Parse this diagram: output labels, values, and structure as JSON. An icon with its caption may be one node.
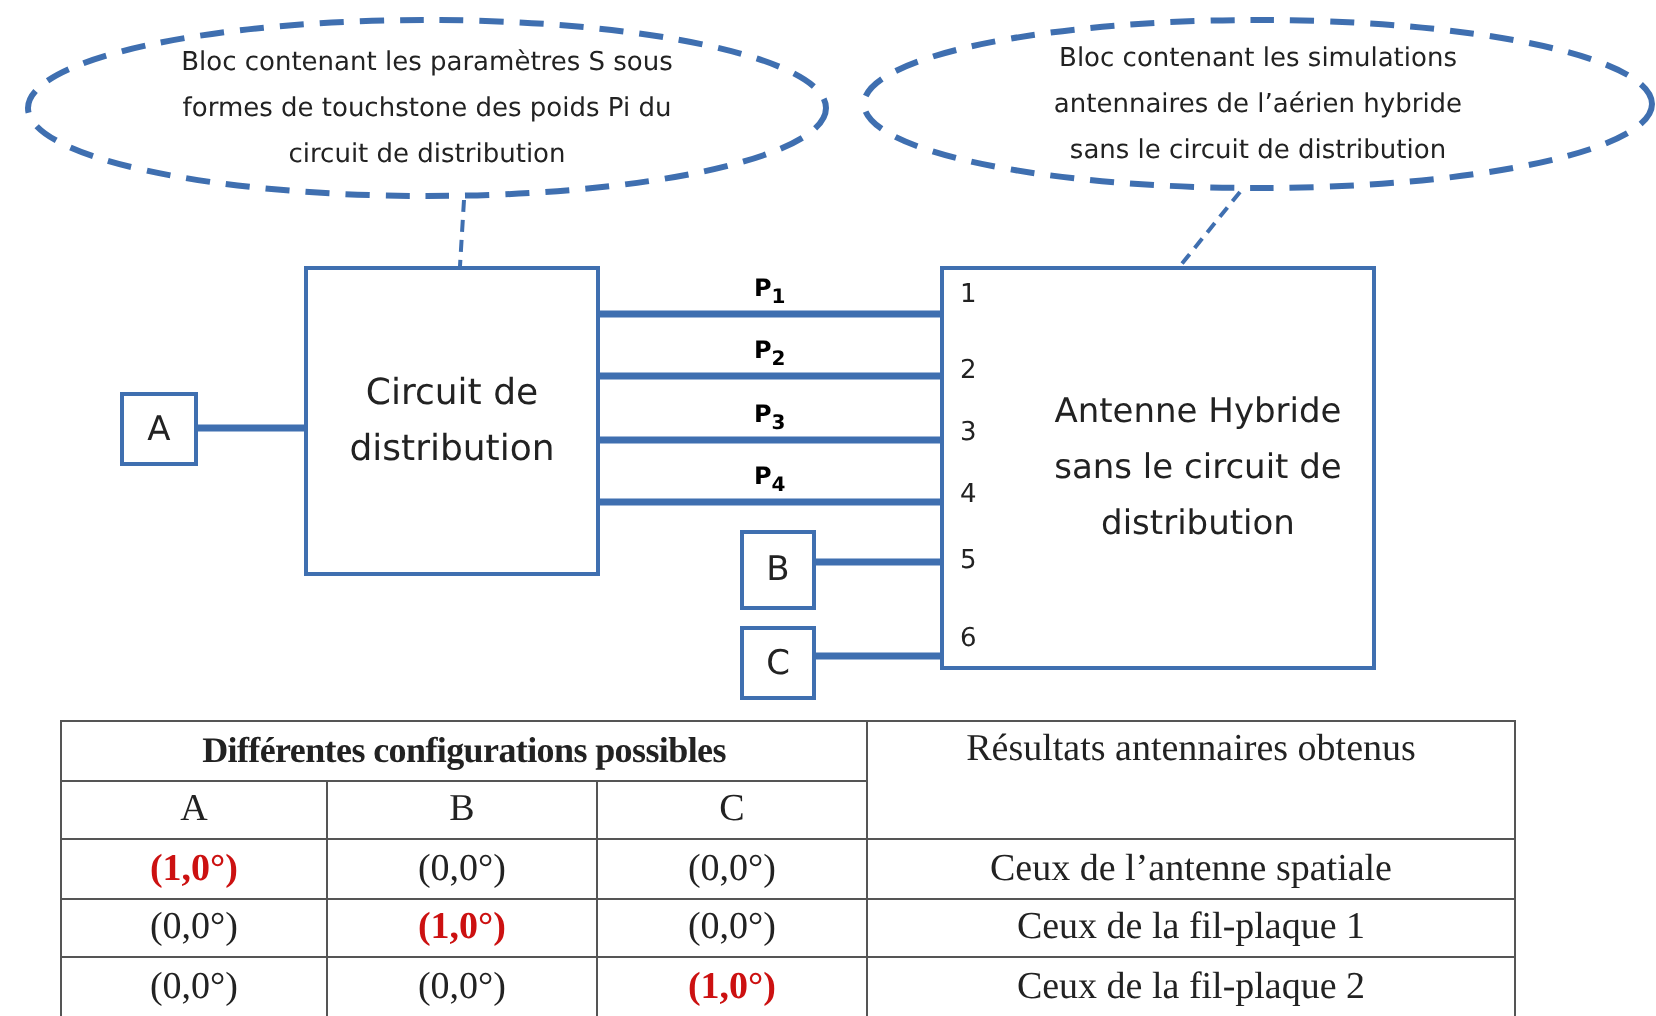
{
  "diagram": {
    "nodes": [
      {
        "text": [
          "Bloc contenant les paramètres S sous formes de touchstone des poids Pi du circuit de distribution"
        ]
      },
      {
        "text": [
          "Bloc contenant les simulations antennaires de l’aérien hybride sans le circuit de distribution"
        ]
      },
      {
        "text": [
          "Circuit de distribution"
        ]
      },
      {
        "text": [
          "Antenne Hybride sans le circuit de distribution"
        ]
      },
      {
        "text": [
          "A"
        ]
      },
      {
        "text": [
          "B"
        ]
      },
      {
        "text": [
          "C"
        ]
      }
    ],
    "edges": [
      {
        "from": 0,
        "to": 2,
        "arrow": "none",
        "style": "dashed"
      },
      {
        "from": 1,
        "to": 3,
        "arrow": "none",
        "style": "dashed"
      },
      {
        "from": 4,
        "to": 2,
        "arrow": "none"
      },
      {
        "from": 2,
        "to": 3,
        "arrow": "none",
        "label": "P$_{1}$"
      },
      {
        "from": 2,
        "to": 3,
        "arrow": "none",
        "label": "P$_{2}$"
      },
      {
        "from": 2,
        "to": 3,
        "arrow": "none",
        "label": "P$_{3}$"
      },
      {
        "from": 2,
        "to": 3,
        "arrow": "none",
        "label": "P$_{4}$"
      },
      {
        "from": 5,
        "to": 3,
        "arrow": "none"
      },
      {
        "from": 6,
        "to": 3,
        "arrow": "none"
      }
    ],
    "labels": [
      "1",
      "2",
      "3",
      "4",
      "5",
      "6",
      "Différentes configurations possibles",
      "Résultats antennaires obtenus",
      "A",
      "B",
      "C",
      "(1,0°)",
      "(0,0°)",
      "(0,0°)",
      "Ceux de l’antenne spatiale",
      "(0,0°)",
      "(1,0°)",
      "(0,0°)",
      "Ceux de la fil-plaque 1",
      "(0,0°)",
      "(0,0°)",
      "(1,0°)",
      "Ceux de la fil-plaque 2"
    ]
  }
}
